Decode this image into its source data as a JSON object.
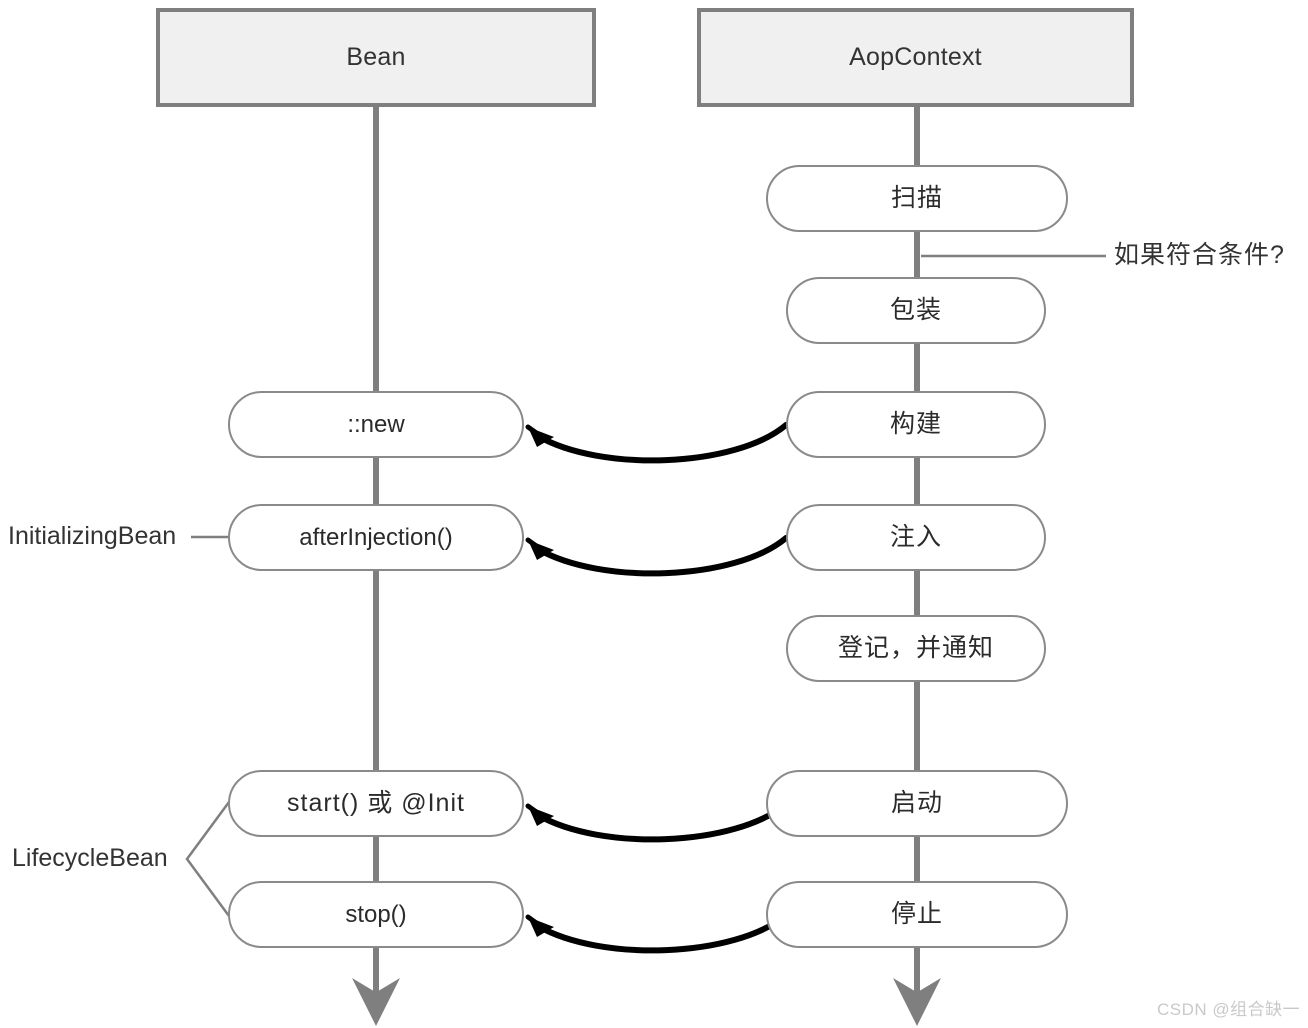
{
  "diagram": {
    "type": "sequence-lifecycle-diagram",
    "participants": [
      {
        "id": "bean",
        "label": "Bean"
      },
      {
        "id": "aopcontext",
        "label": "AopContext"
      }
    ],
    "bean_steps": [
      {
        "id": "new",
        "label": "::new"
      },
      {
        "id": "after-injection",
        "label": "afterInjection()"
      },
      {
        "id": "start-or-init",
        "label": "start() 或 @Init"
      },
      {
        "id": "stop",
        "label": "stop()"
      }
    ],
    "context_steps": [
      {
        "id": "scan",
        "label": "扫描"
      },
      {
        "id": "wrap",
        "label": "包装"
      },
      {
        "id": "build",
        "label": "构建"
      },
      {
        "id": "inject",
        "label": "注入"
      },
      {
        "id": "register-notify",
        "label": "登记，并通知"
      },
      {
        "id": "start",
        "label": "启动"
      },
      {
        "id": "stop",
        "label": "停止"
      }
    ],
    "annotations": [
      {
        "id": "condition",
        "label": "如果符合条件?"
      },
      {
        "id": "initializing-bean",
        "label": "InitializingBean"
      },
      {
        "id": "lifecycle-bean",
        "label": "LifecycleBean"
      }
    ],
    "messages": [
      {
        "from": "构建",
        "to": "::new"
      },
      {
        "from": "注入",
        "to": "afterInjection()"
      },
      {
        "from": "启动",
        "to": "start() 或 @Init"
      },
      {
        "from": "停止",
        "to": "stop()"
      }
    ],
    "colors": {
      "participant_fill": "#f0f0f0",
      "participant_border": "#7f7f7f",
      "node_fill": "#ffffff",
      "node_border": "#8a8a8a",
      "lifeline": "#7f7f7f",
      "message_arrow": "#000000",
      "text": "#333333",
      "watermark": "#c9c9c9"
    }
  },
  "watermark": {
    "text": "CSDN @组合缺一"
  }
}
